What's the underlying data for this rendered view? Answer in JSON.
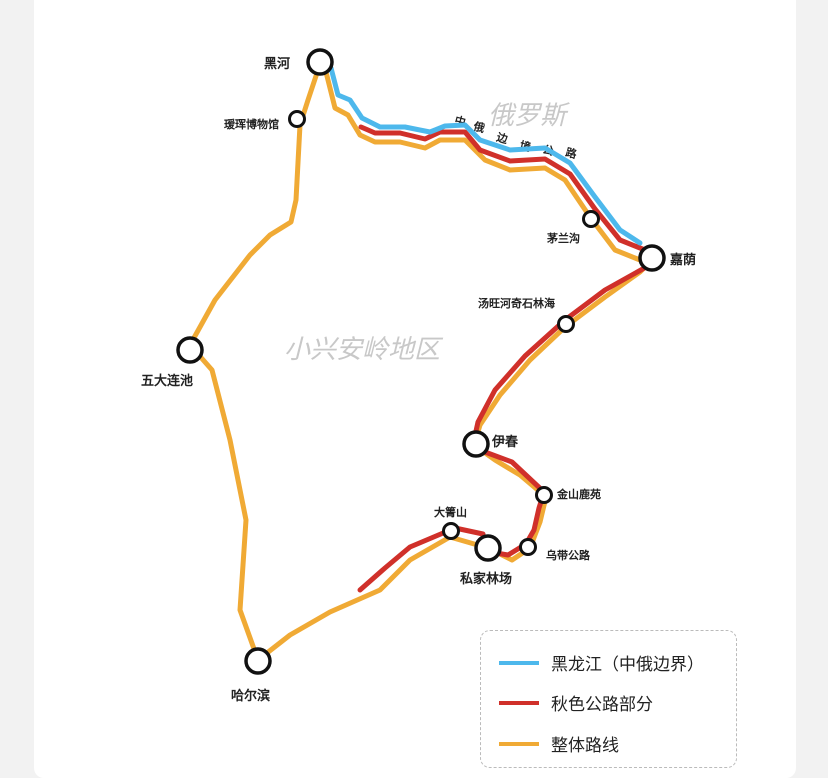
{
  "colors": {
    "border_river": "#4db8ec",
    "autumn_road": "#d0302a",
    "overall": "#f0aa35"
  },
  "regions": {
    "russia": "俄罗斯",
    "xiaoxinganling": "小兴安岭地区",
    "border_road": [
      "中",
      "俄",
      "边",
      "境",
      "公",
      "路"
    ]
  },
  "nodes": {
    "heihe": "黑河",
    "aihui": "瑷珲博物馆",
    "maolangou": "茅兰沟",
    "jiayin": "嘉荫",
    "tangwang": "汤旺河奇石林海",
    "wudalianchi": "五大连池",
    "yichun": "伊春",
    "jinshan": "金山鹿苑",
    "dagaoshan": "大箐山",
    "wudai": "乌带公路",
    "sijia": "私家林场",
    "harbin": "哈尔滨"
  },
  "legend": [
    {
      "label": "黑龙江（中俄边界）",
      "color": "#4db8ec"
    },
    {
      "label": "秋色公路部分",
      "color": "#d0302a"
    },
    {
      "label": "整体路线",
      "color": "#f0aa35"
    }
  ]
}
